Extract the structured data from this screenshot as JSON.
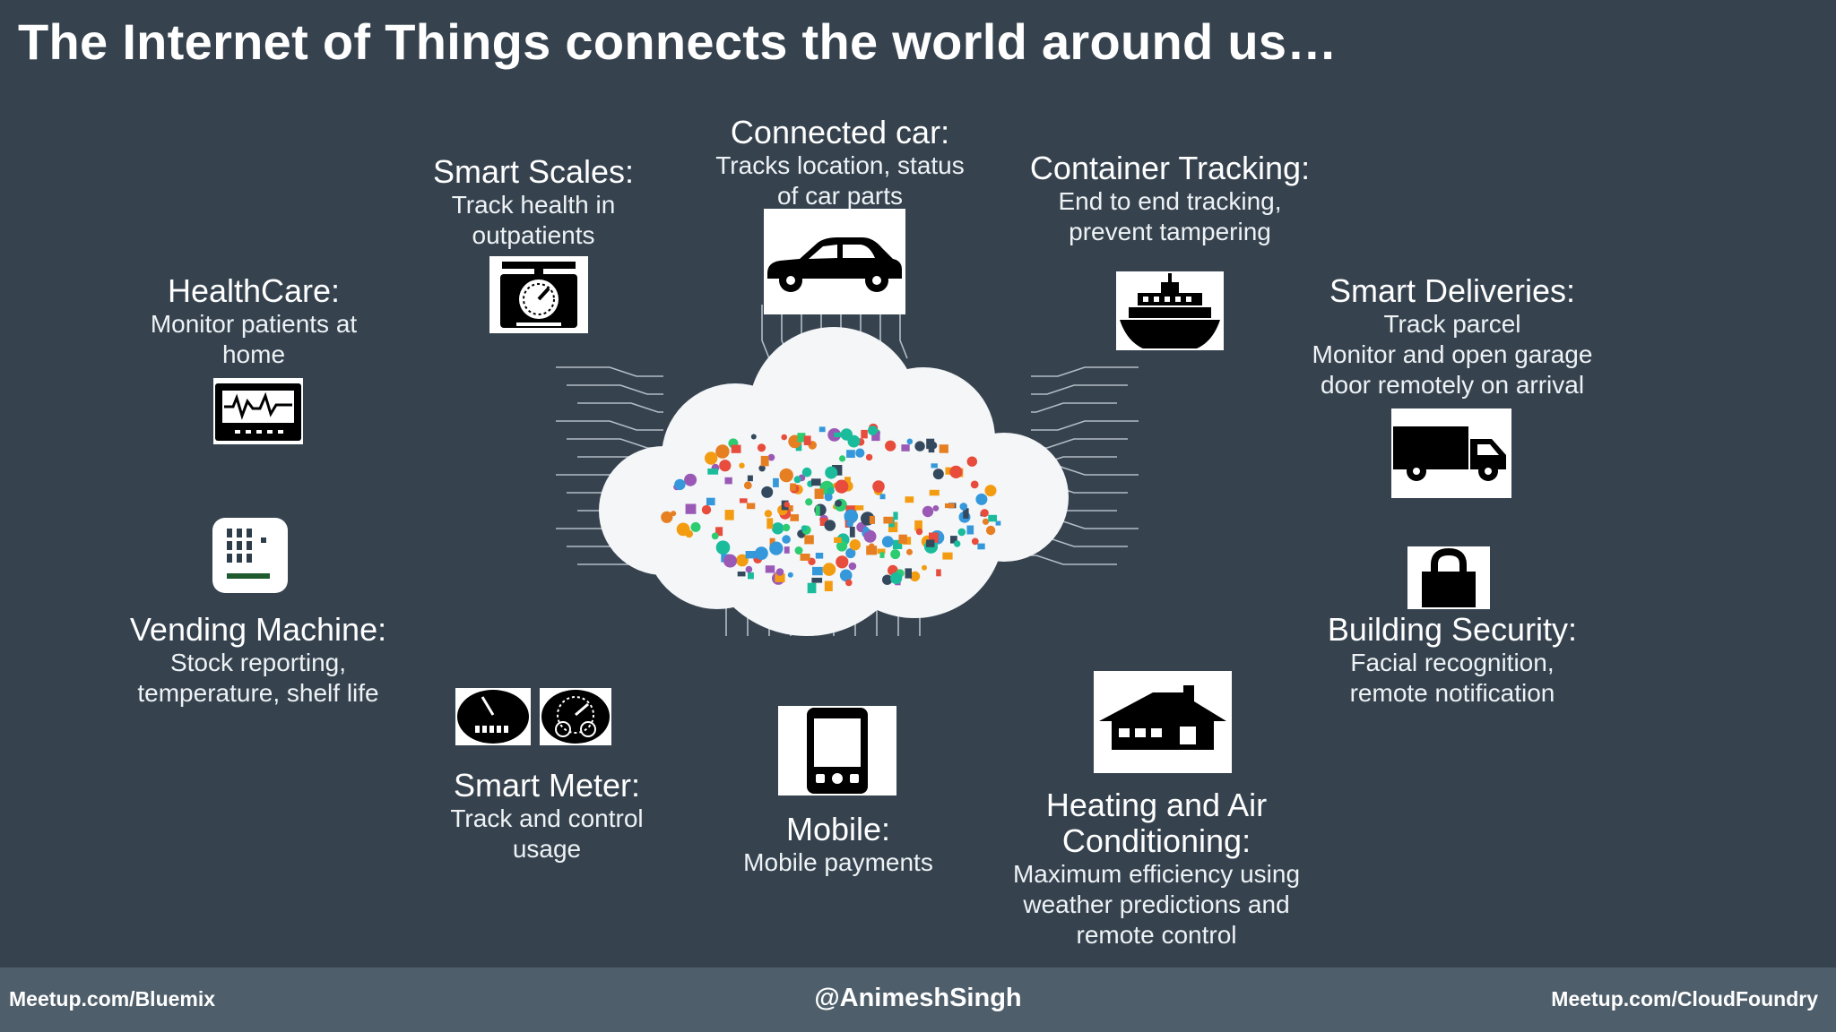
{
  "slide": {
    "title": "The Internet of Things connects the world around us…"
  },
  "items": {
    "connected_car": {
      "head": "Connected car:",
      "desc": [
        "Tracks location, status",
        "of car parts"
      ],
      "icon": "car-icon"
    },
    "smart_scales": {
      "head": "Smart Scales:",
      "desc": [
        "Track health  in",
        "outpatients"
      ],
      "icon": "scale-icon"
    },
    "container_tracking": {
      "head": "Container Tracking:",
      "desc": [
        "End to end tracking,",
        "prevent tampering"
      ],
      "icon": "ship-icon"
    },
    "healthcare": {
      "head": "HealthCare:",
      "desc": [
        "Monitor patients at",
        "home"
      ],
      "icon": "heart-monitor-icon"
    },
    "smart_deliveries": {
      "head": "Smart Deliveries:",
      "desc": [
        "Track parcel",
        "Monitor and open garage",
        "door remotely on arrival"
      ],
      "icon": "truck-icon"
    },
    "vending_machine": {
      "head": "Vending Machine:",
      "desc": [
        "Stock reporting,",
        "temperature, shelf life"
      ],
      "icon": "vending-machine-icon"
    },
    "building_security": {
      "head": "Building Security:",
      "desc": [
        "Facial recognition,",
        "remote notification"
      ],
      "icon": "lock-icon"
    },
    "smart_meter": {
      "head": "Smart Meter:",
      "desc": [
        "Track and control",
        "usage"
      ],
      "icon": "meter-icon"
    },
    "mobile": {
      "head": "Mobile:",
      "desc": [
        "Mobile payments"
      ],
      "icon": "mobile-phone-icon"
    },
    "hvac": {
      "head": [
        "Heating and Air",
        "Conditioning:"
      ],
      "desc": [
        "Maximum efficiency using",
        "weather predictions and",
        "remote control"
      ],
      "icon": "house-icon"
    }
  },
  "footer": {
    "left": "Meetup.com/Bluemix",
    "center": "@AnimeshSingh",
    "right": "Meetup.com/CloudFoundry"
  },
  "colors": {
    "background": "#36434f",
    "footer": "#4e5e6b",
    "text": "#ffffff"
  }
}
